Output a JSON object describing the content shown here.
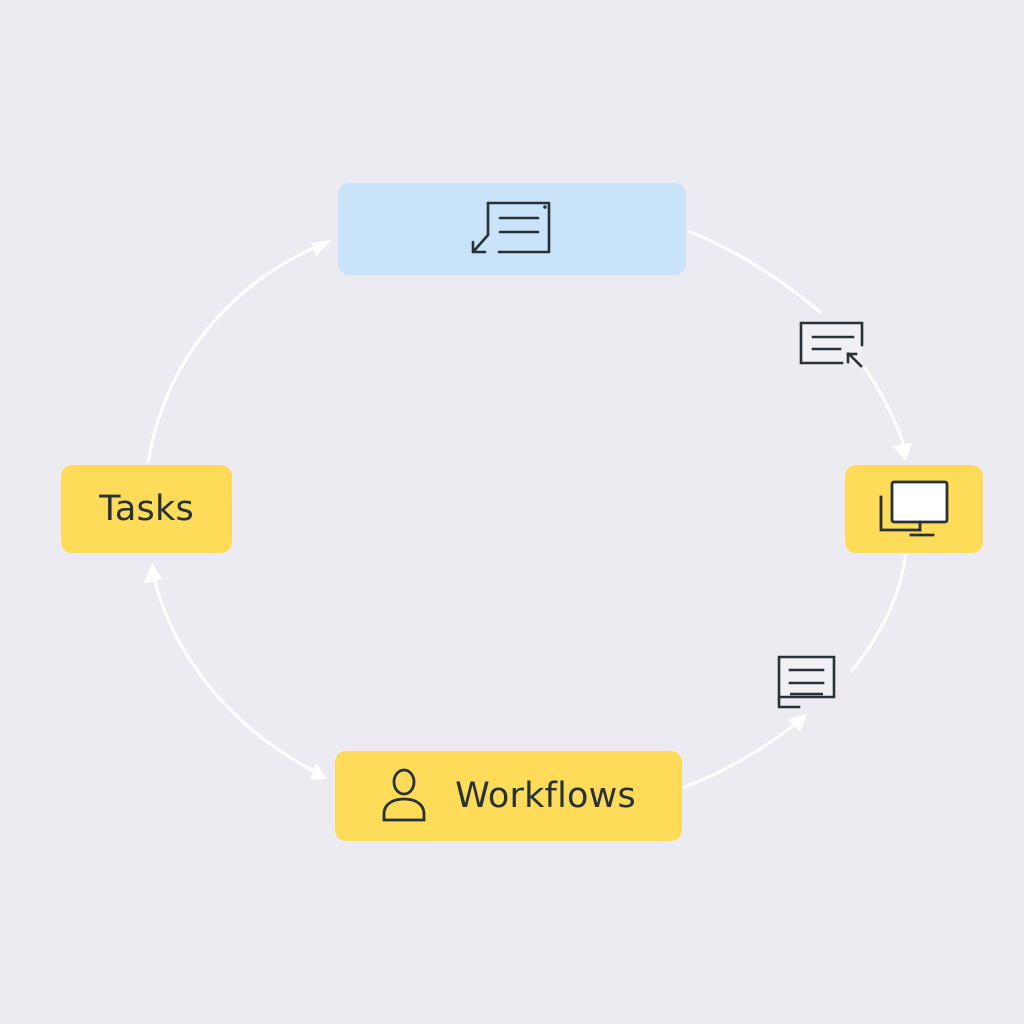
{
  "diagram": {
    "type": "cycle",
    "background": "#ebebf1",
    "colors": {
      "yellow_node": "#fedc5a",
      "blue_node": "#c9e3f8",
      "icon_stroke": "#263238",
      "connector": "#ffffff"
    },
    "nodes": [
      {
        "id": "top",
        "label": "",
        "icon": "message-reply-icon",
        "color": "blue"
      },
      {
        "id": "right",
        "label": "",
        "icon": "monitor-icon",
        "color": "yellow"
      },
      {
        "id": "bottom",
        "label": "Workflows",
        "icon": "user-icon",
        "color": "yellow"
      },
      {
        "id": "left",
        "label": "Tasks",
        "icon": "",
        "color": "yellow"
      }
    ],
    "edge_icons": [
      {
        "position": "top-right",
        "icon": "message-cursor-icon"
      },
      {
        "position": "bottom-right",
        "icon": "message-lines-icon"
      }
    ],
    "edges": [
      {
        "from": "left",
        "to": "top",
        "arrow": "end"
      },
      {
        "from": "top",
        "to": "right",
        "arrow": "end"
      },
      {
        "from": "right",
        "to": "bottom",
        "arrow": "none"
      },
      {
        "from": "bottom",
        "to": "right-edge-icon",
        "arrow": "end"
      },
      {
        "from": "left",
        "to": "bottom",
        "arrow": "both"
      }
    ]
  }
}
